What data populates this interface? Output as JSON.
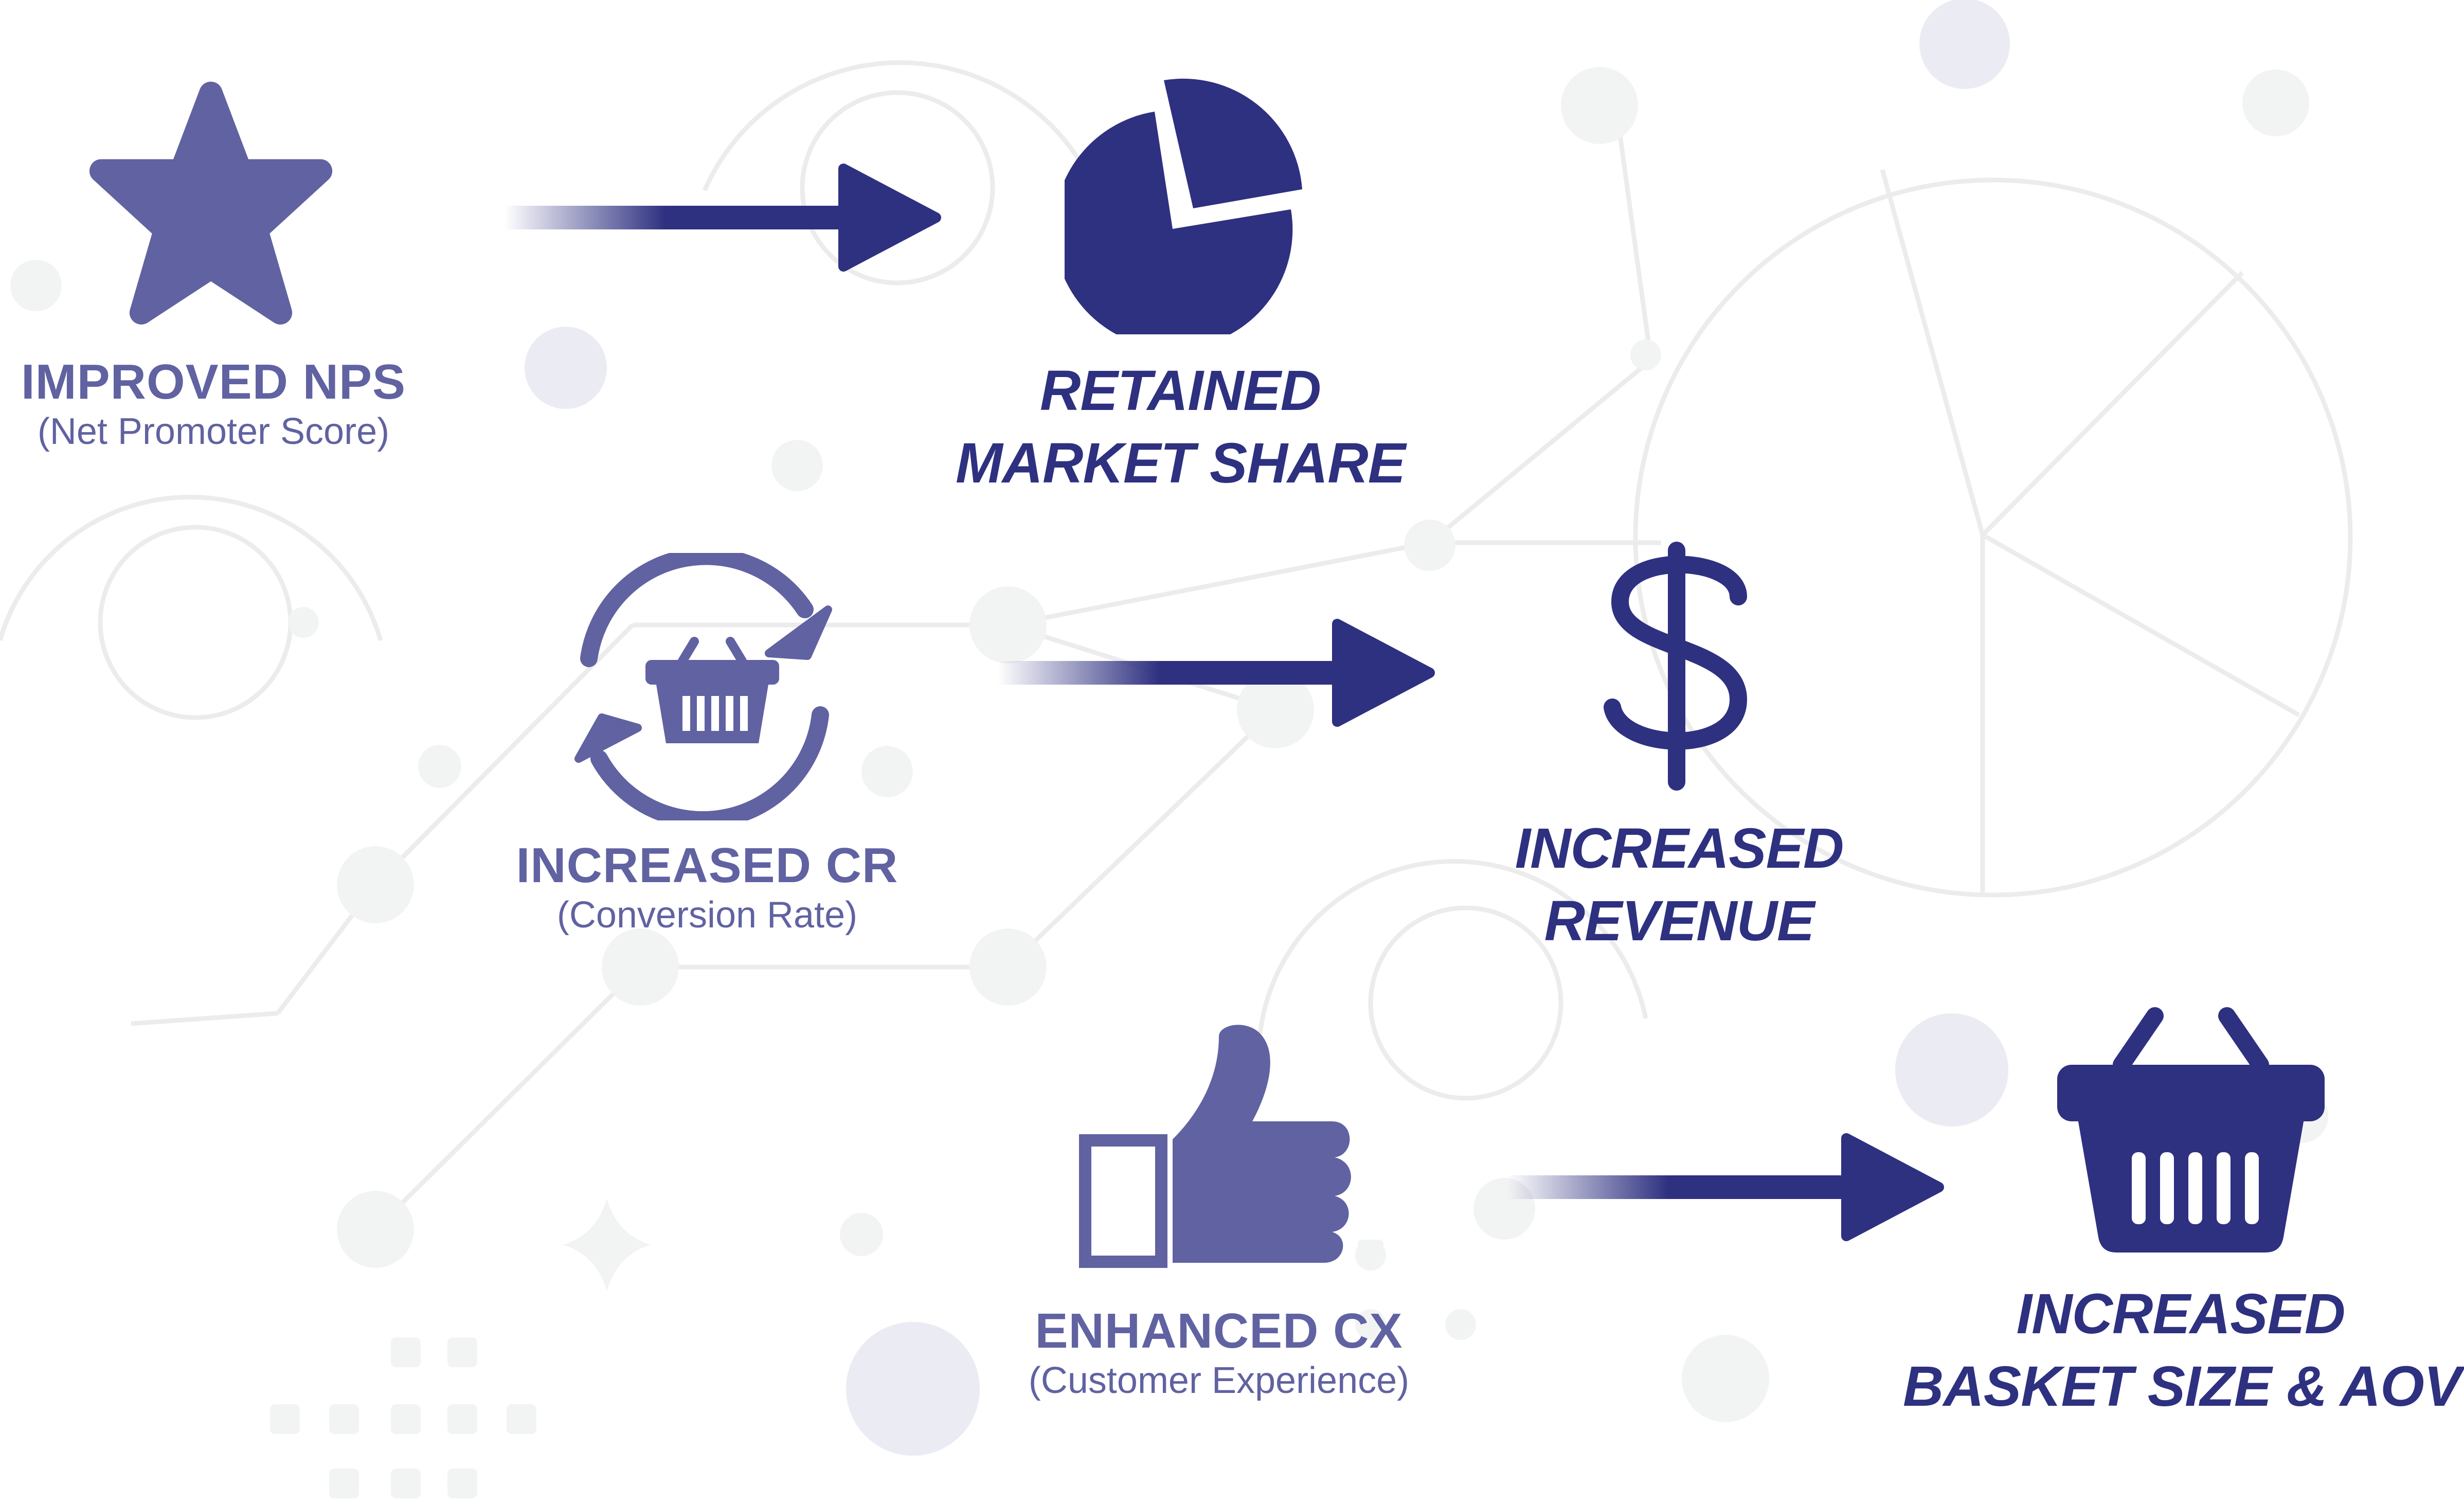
{
  "colors": {
    "accent_light": "#6062a1",
    "accent_dark": "#2e3080",
    "background_shape": "#f2f4f3",
    "background_dot": "#ebebf3",
    "background_line": "#ececec"
  },
  "nodes": {
    "nps": {
      "title": "IMPROVED NPS",
      "subtitle": "(Net Promoter Score)",
      "icon": "star-icon"
    },
    "cr": {
      "title": "INCREASED CR",
      "subtitle": "(Conversion Rate)",
      "icon": "basket-refresh-icon"
    },
    "cx": {
      "title": "ENHANCED CX",
      "subtitle": "(Customer Experience)",
      "icon": "thumbs-up-icon"
    },
    "market": {
      "line1": "RETAINED",
      "line2": "MARKET SHARE",
      "icon": "pie-chart-icon"
    },
    "revenue": {
      "line1": "INCREASED",
      "line2": "REVENUE",
      "icon": "dollar-icon"
    },
    "basket": {
      "line1": "INCREASED",
      "line2": "BASKET SIZE & AOV",
      "icon": "basket-icon"
    }
  },
  "arrows": [
    {
      "from": "nps",
      "to": "market"
    },
    {
      "from": "cr",
      "to": "revenue"
    },
    {
      "from": "cx",
      "to": "basket"
    }
  ]
}
